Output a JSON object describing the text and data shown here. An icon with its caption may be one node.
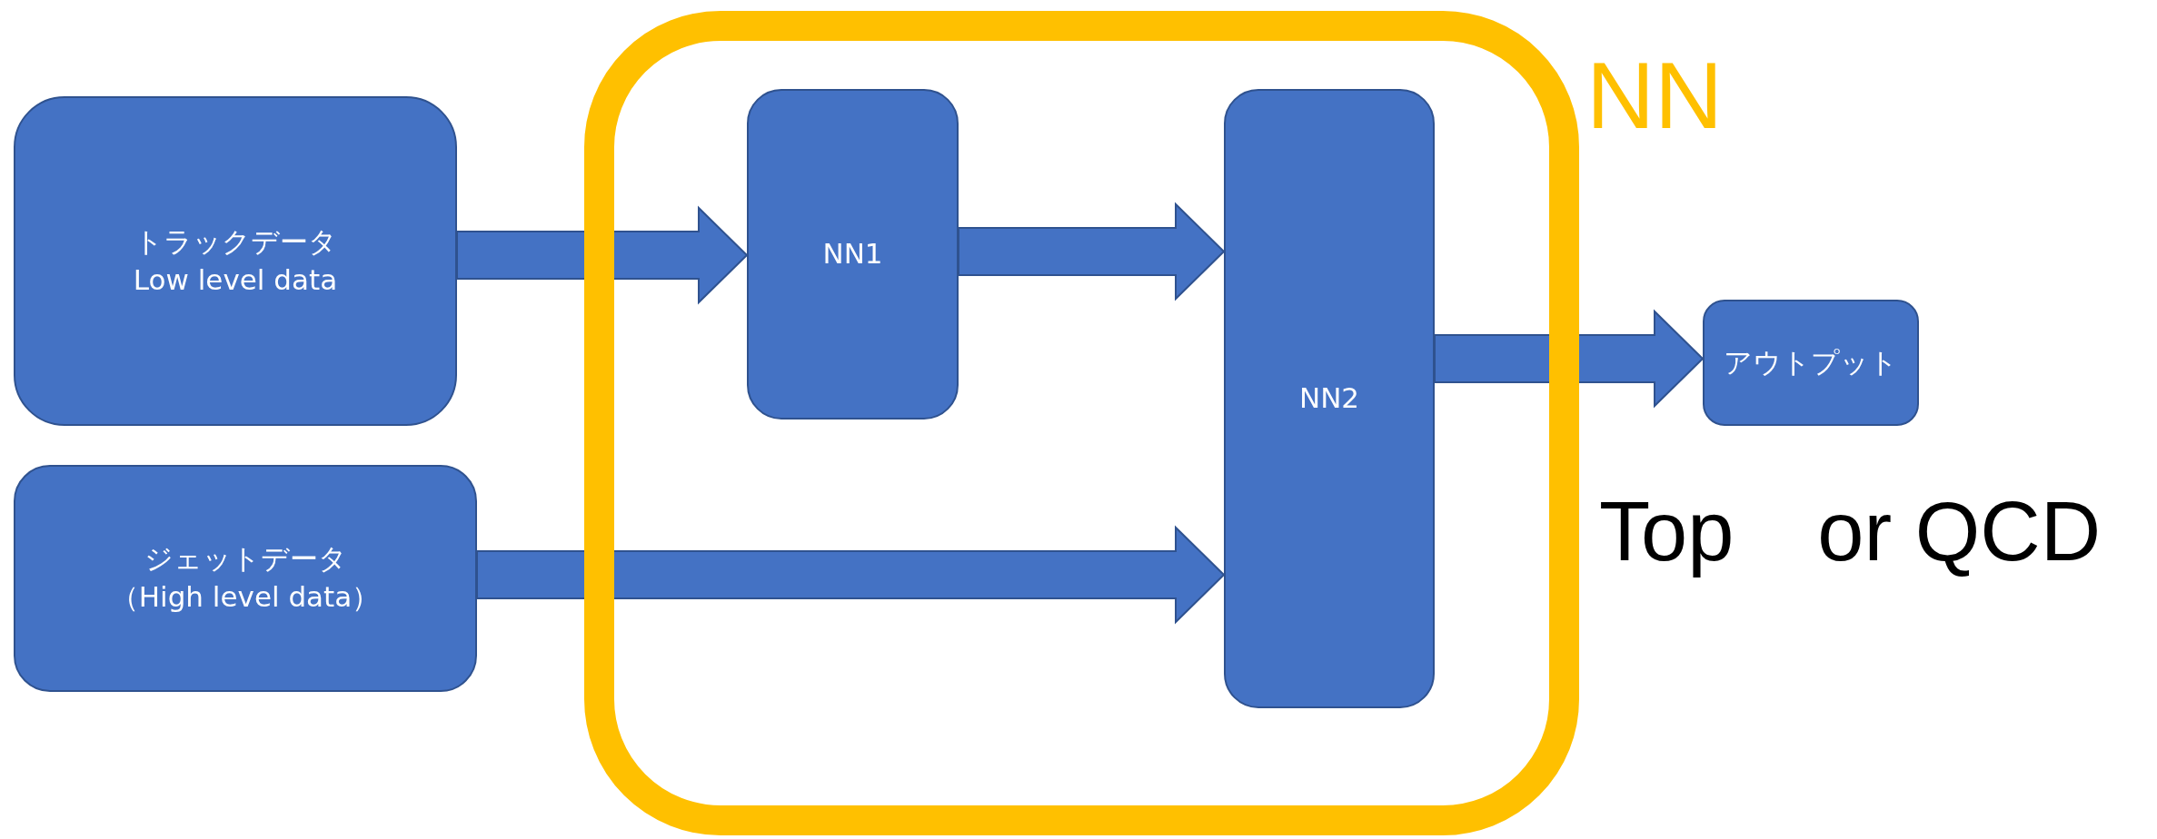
{
  "diagram": {
    "nodes": [
      {
        "text": [
          "トラックデータ",
          "Low level data"
        ]
      },
      {
        "text": [
          "ジェットデータ",
          "（High level data）"
        ]
      },
      {
        "text": [
          "NN"
        ]
      },
      {
        "text": [
          "NN1"
        ],
        "in": 2
      },
      {
        "text": [
          "NN2"
        ],
        "in": 2
      },
      {
        "text": [
          "アウトプット"
        ]
      }
    ],
    "edges": [
      {
        "from": 0,
        "to": 3,
        "arrow": "to"
      },
      {
        "from": 3,
        "to": 4,
        "arrow": "to"
      },
      {
        "from": 1,
        "to": 4,
        "arrow": "to"
      },
      {
        "from": 4,
        "to": 5,
        "arrow": "to"
      }
    ],
    "labels": [
      "Top　or QCD"
    ]
  }
}
